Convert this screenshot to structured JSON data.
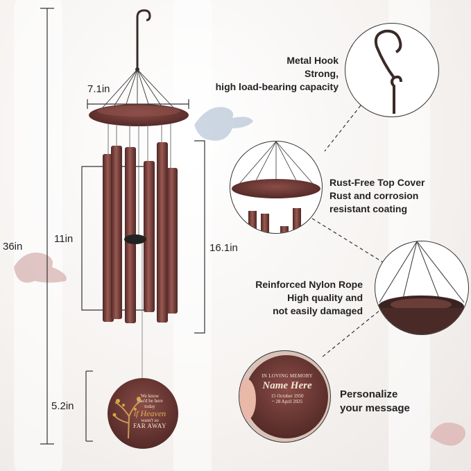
{
  "dimensions": {
    "total_height": "36in",
    "top_width": "7.1in",
    "tube_short": "11in",
    "tube_long": "16.1in",
    "sail_height": "5.2in"
  },
  "callouts": [
    {
      "line1": "Metal Hook",
      "line2": "Strong,",
      "line3": "high load-bearing capacity"
    },
    {
      "line1": "Rust-Free Top Cover",
      "line2": "Rust and corrosion",
      "line3": "resistant coating"
    },
    {
      "line1": "Reinforced Nylon Rope",
      "line2": "High quality and",
      "line3": "not easily damaged"
    },
    {
      "line1": "Personalize",
      "line2": "your message"
    }
  ],
  "sail_text": {
    "line1": "We know",
    "line2": "you'd be here",
    "line3": "today",
    "line4": "if Heaven",
    "line5": "wasn't so",
    "line6": "FAR AWAY"
  },
  "memorial": {
    "header": "IN LOVING MEMORY",
    "name": "Name Here",
    "date1": "15 October 1950",
    "date2": "~ 28 April 2025"
  },
  "colors": {
    "copper": "#7a3f3a",
    "copper_dark": "#4d2624",
    "copper_light": "#a06058"
  }
}
